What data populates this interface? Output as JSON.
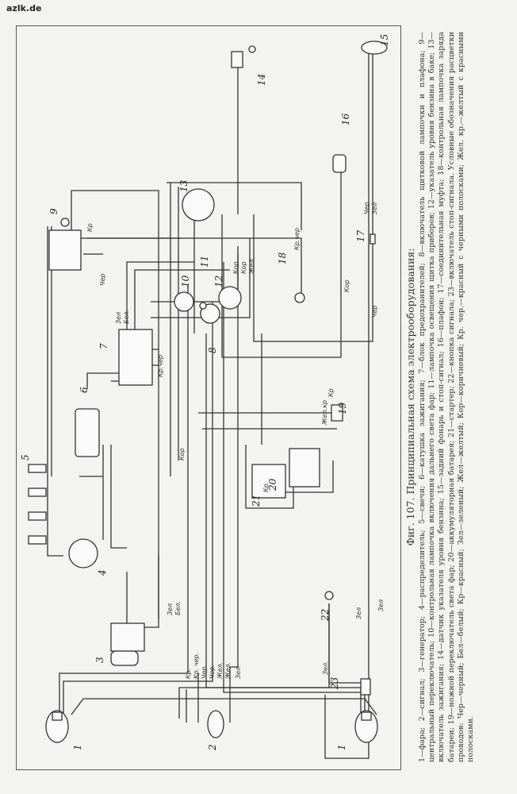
{
  "site": "azlk.de",
  "figure": {
    "title": "Фиг. 107. Принципиальная схема электрооборудования:",
    "legend": "1—фара; 2—сигнал; 3—генератор; 4—распределитель; 5—свечи; 6—катушка зажигания; 7—блок предохранителей; 8—включатель щитковой лампочки и плафона; 9—центральный переключатель; 10—контрольная лампочка включения дальнего света фар; 11—лампочка освещения щитка приборов; 12—указатель уровня бензина в баке; 13—включатель зажигания; 14—датчик указателя уровня бензина; 15—задний фонарь и стоп-сигнал; 16—плафон; 17—соединительная муфта; 18—контрольная лампочка заряда батареи; 19—ножной переключатель света фар; 20—аккумуляторная батарея; 21—стартер; 22—кнопка сигнала; 23—включатель стоп-сигнала. Условные обозначения расцветки проводов: Чер—черный; Бел—белый; Кр—красный; Зел—зеленый; Жел—желтый; Кор—коричневый; Кр. чер.—красный с черными полосками; Жел. кр.—желтый с красными полосками."
  },
  "components": [
    "1",
    "1",
    "2",
    "3",
    "4",
    "5",
    "6",
    "7",
    "8",
    "9",
    "10",
    "11",
    "12",
    "13",
    "14",
    "15",
    "16",
    "17",
    "18",
    "19",
    "20",
    "21",
    "22",
    "23"
  ],
  "wire_labels": [
    "Кр.",
    "Кр. чер.",
    "Чер.",
    "Чер.",
    "Жел.",
    "Жел.",
    "Зел",
    "Зел.",
    "Зел",
    "Зел",
    "Зел",
    "Бел.",
    "Кор",
    "Кр",
    "Жел.кр",
    "Кр.чер",
    "Зел",
    "Бел.",
    "Кор",
    "Чер",
    "Чер",
    "Зел",
    "Кор",
    "Кр",
    "Кр.чер",
    "Кор",
    "Жел.",
    "Кр.",
    "Чер"
  ]
}
